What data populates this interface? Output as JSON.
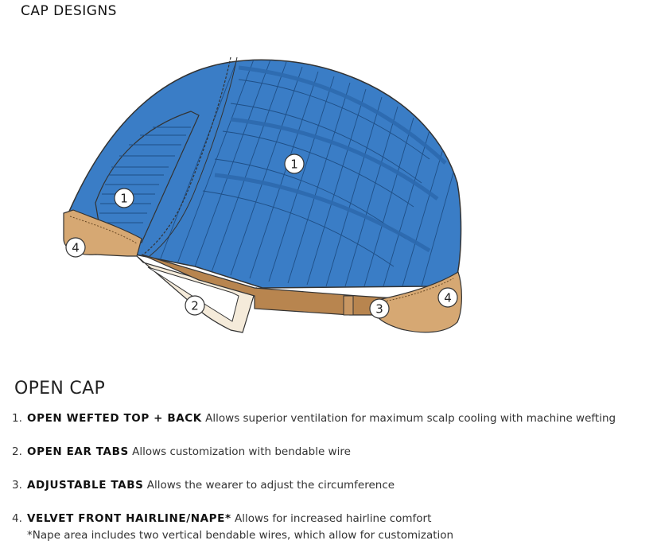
{
  "header": {
    "title": "CAP DESIGNS"
  },
  "diagram": {
    "callouts": [
      {
        "label": "1",
        "part": "top"
      },
      {
        "label": "1",
        "part": "back-side"
      },
      {
        "label": "2",
        "part": "ear-tab"
      },
      {
        "label": "3",
        "part": "adjustable-tab"
      },
      {
        "label": "4",
        "part": "front-hairline"
      },
      {
        "label": "4",
        "part": "nape"
      }
    ],
    "colors": {
      "mesh_blue": "#3a7dc6",
      "mesh_dark": "#2d6aae",
      "velvet_tan": "#d6a873",
      "strap_brown": "#b8854f",
      "ear_tab_cream": "#f5ebda",
      "outline": "#333333"
    }
  },
  "cap": {
    "name": "OPEN CAP",
    "features": [
      {
        "number": "1.",
        "name": "OPEN WEFTED TOP + BACK",
        "description": "Allows superior ventilation for maximum scalp cooling with machine wefting"
      },
      {
        "number": "2.",
        "name": "OPEN EAR TABS",
        "description": "Allows customization with bendable wire"
      },
      {
        "number": "3.",
        "name": "ADJUSTABLE TABS",
        "description": "Allows the wearer to adjust the circumference"
      },
      {
        "number": "4.",
        "name": "VELVET FRONT HAIRLINE/NAPE*",
        "description": "Allows for increased hairline comfort",
        "note": "*Nape area includes two vertical bendable wires, which allow for customization"
      }
    ]
  }
}
